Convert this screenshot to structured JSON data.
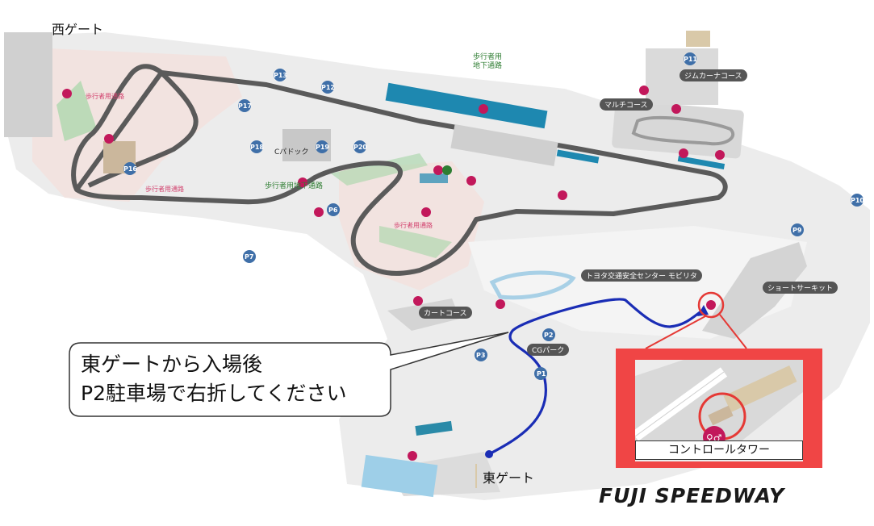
{
  "gates": {
    "west": "西ゲート",
    "east": "東ゲート"
  },
  "callout": {
    "line1": "東ゲートから入場後",
    "line2": "P2駐車場で右折してください"
  },
  "inset": {
    "label": "コントロールタワー"
  },
  "areas": {
    "gymkhana": "ジムカーナコース",
    "multi": "マルチコース",
    "toyota_center": "トヨタ交通安全センター モビリタ",
    "short_circuit": "ショートサーキット",
    "kart": "カートコース",
    "cg_park": "CGパーク",
    "c_paddock": "Cパドック"
  },
  "walkways": {
    "underpass_top": "歩行者用\n地下通路",
    "underpass_mid": "歩行者用地下通路",
    "walkway": "歩行者用通路"
  },
  "parking": [
    "P1",
    "P2",
    "P3",
    "P6",
    "P7",
    "P9",
    "P10",
    "P11",
    "P12",
    "P13",
    "P16",
    "P17",
    "P18",
    "P19",
    "P20"
  ],
  "logo": "FUJI SPEEDWAY",
  "colors": {
    "route": "#1a2db5",
    "highlight": "#e53935",
    "inset_bg": "#f04545",
    "track": "#5a5a5a",
    "grandstand": "#1e88b0",
    "toilet": "#c2185b",
    "parking": "#3f6fa8"
  }
}
